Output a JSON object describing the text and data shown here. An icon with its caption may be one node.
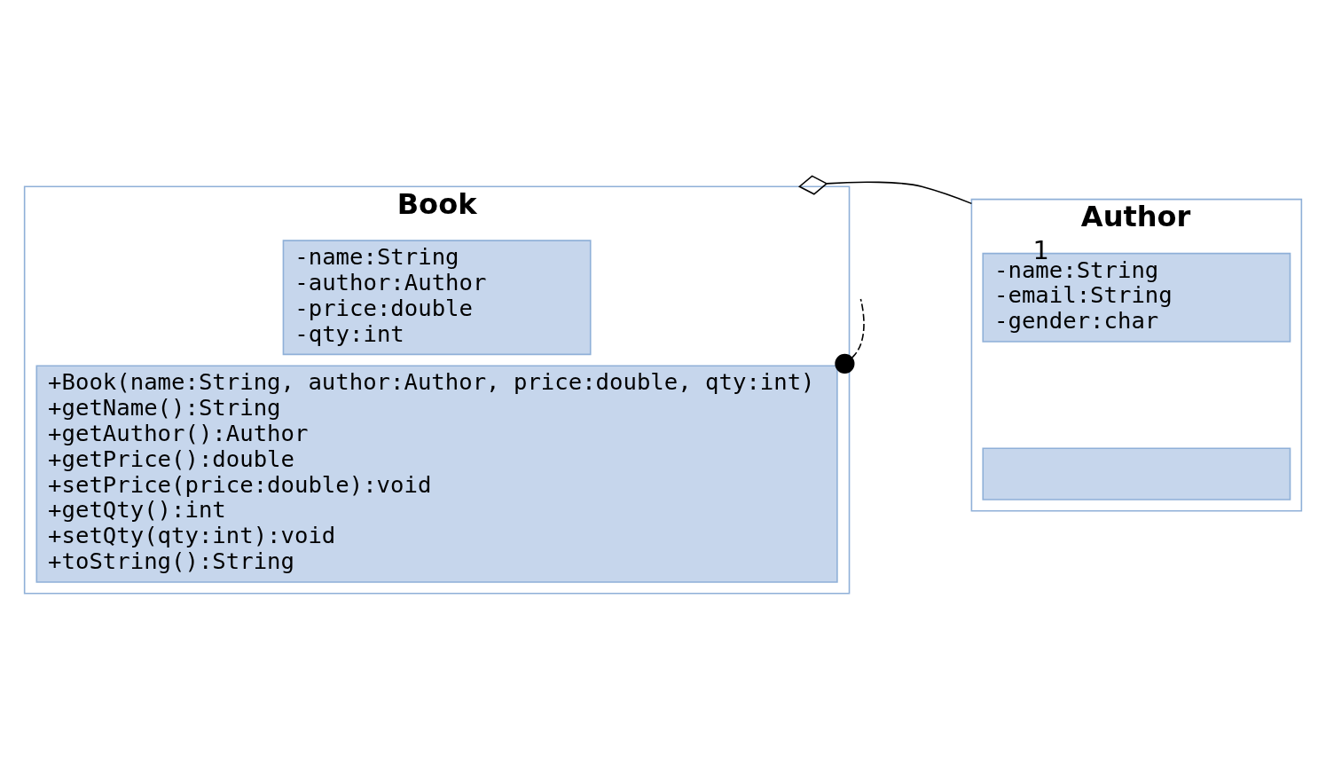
{
  "diagram": {
    "nodes": [
      {
        "text": [
          "Book"
        ]
      },
      {
        "text": [
          "-name:String",
          "-author:Author",
          "-price:double",
          "-qty:int"
        ],
        "in": 0
      },
      {
        "text": [
          "+Book(name:String, author:Author, price:double, qty:int)",
          "+getName():String",
          "+getAuthor():Author",
          "+getPrice():double",
          "+setPrice(price:double):void",
          "+getQty():int",
          "+setQty(qty:int):void",
          "+toString():String"
        ],
        "in": 0
      },
      {
        "text": [
          "Author"
        ]
      },
      {
        "text": [
          "-name:String",
          "-email:String",
          "-gender:char"
        ],
        "in": 3
      },
      {
        "text": [],
        "shape": "box",
        "in": 3
      }
    ],
    "edges": [
      {
        "from": 0,
        "to": 3,
        "arrow": "other",
        "label": "1"
      },
      {
        "from": 2,
        "to": null,
        "arrow": "other",
        "style": "dashed"
      }
    ]
  }
}
